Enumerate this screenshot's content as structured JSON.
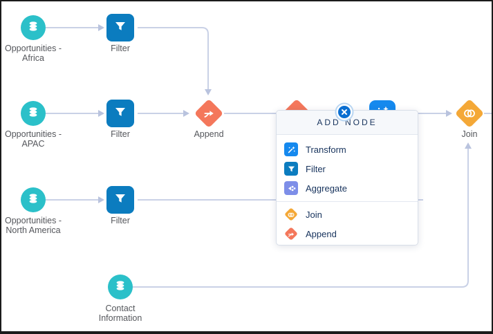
{
  "theme": {
    "dataset_teal": "#2bc0c9",
    "filter_blue": "#0b7cbf",
    "transform_blue": "#1589ee",
    "aggregate_purple": "#7d8ee8",
    "join_amber": "#f4a837",
    "append_coral": "#f4775b",
    "edge_gray": "#c9d1e6",
    "arrow_gray": "#b9c3de",
    "close_blue": "#0b6fd1",
    "popup_header_bg": "#f6f8fb",
    "popup_text": "#16325c",
    "label_gray": "#54565b"
  },
  "canvas": {
    "nodes": {
      "ds_africa": {
        "line1": "Opportunities -",
        "line2": "Africa"
      },
      "filter_africa": {
        "label": "Filter"
      },
      "ds_apac": {
        "line1": "Opportunities -",
        "line2": "APAC"
      },
      "filter_apac": {
        "label": "Filter"
      },
      "append": {
        "label": "Append"
      },
      "ds_na": {
        "line1": "Opportunities -",
        "line2": "North America"
      },
      "filter_na": {
        "label": "Filter"
      },
      "join": {
        "label": "Join"
      },
      "ds_contact": {
        "line1": "Contact",
        "line2": "Information"
      }
    }
  },
  "add_node_menu": {
    "title": "ADD NODE",
    "items": [
      {
        "label": "Transform"
      },
      {
        "label": "Filter"
      },
      {
        "label": "Aggregate"
      },
      {
        "label": "Join"
      },
      {
        "label": "Append"
      }
    ]
  }
}
